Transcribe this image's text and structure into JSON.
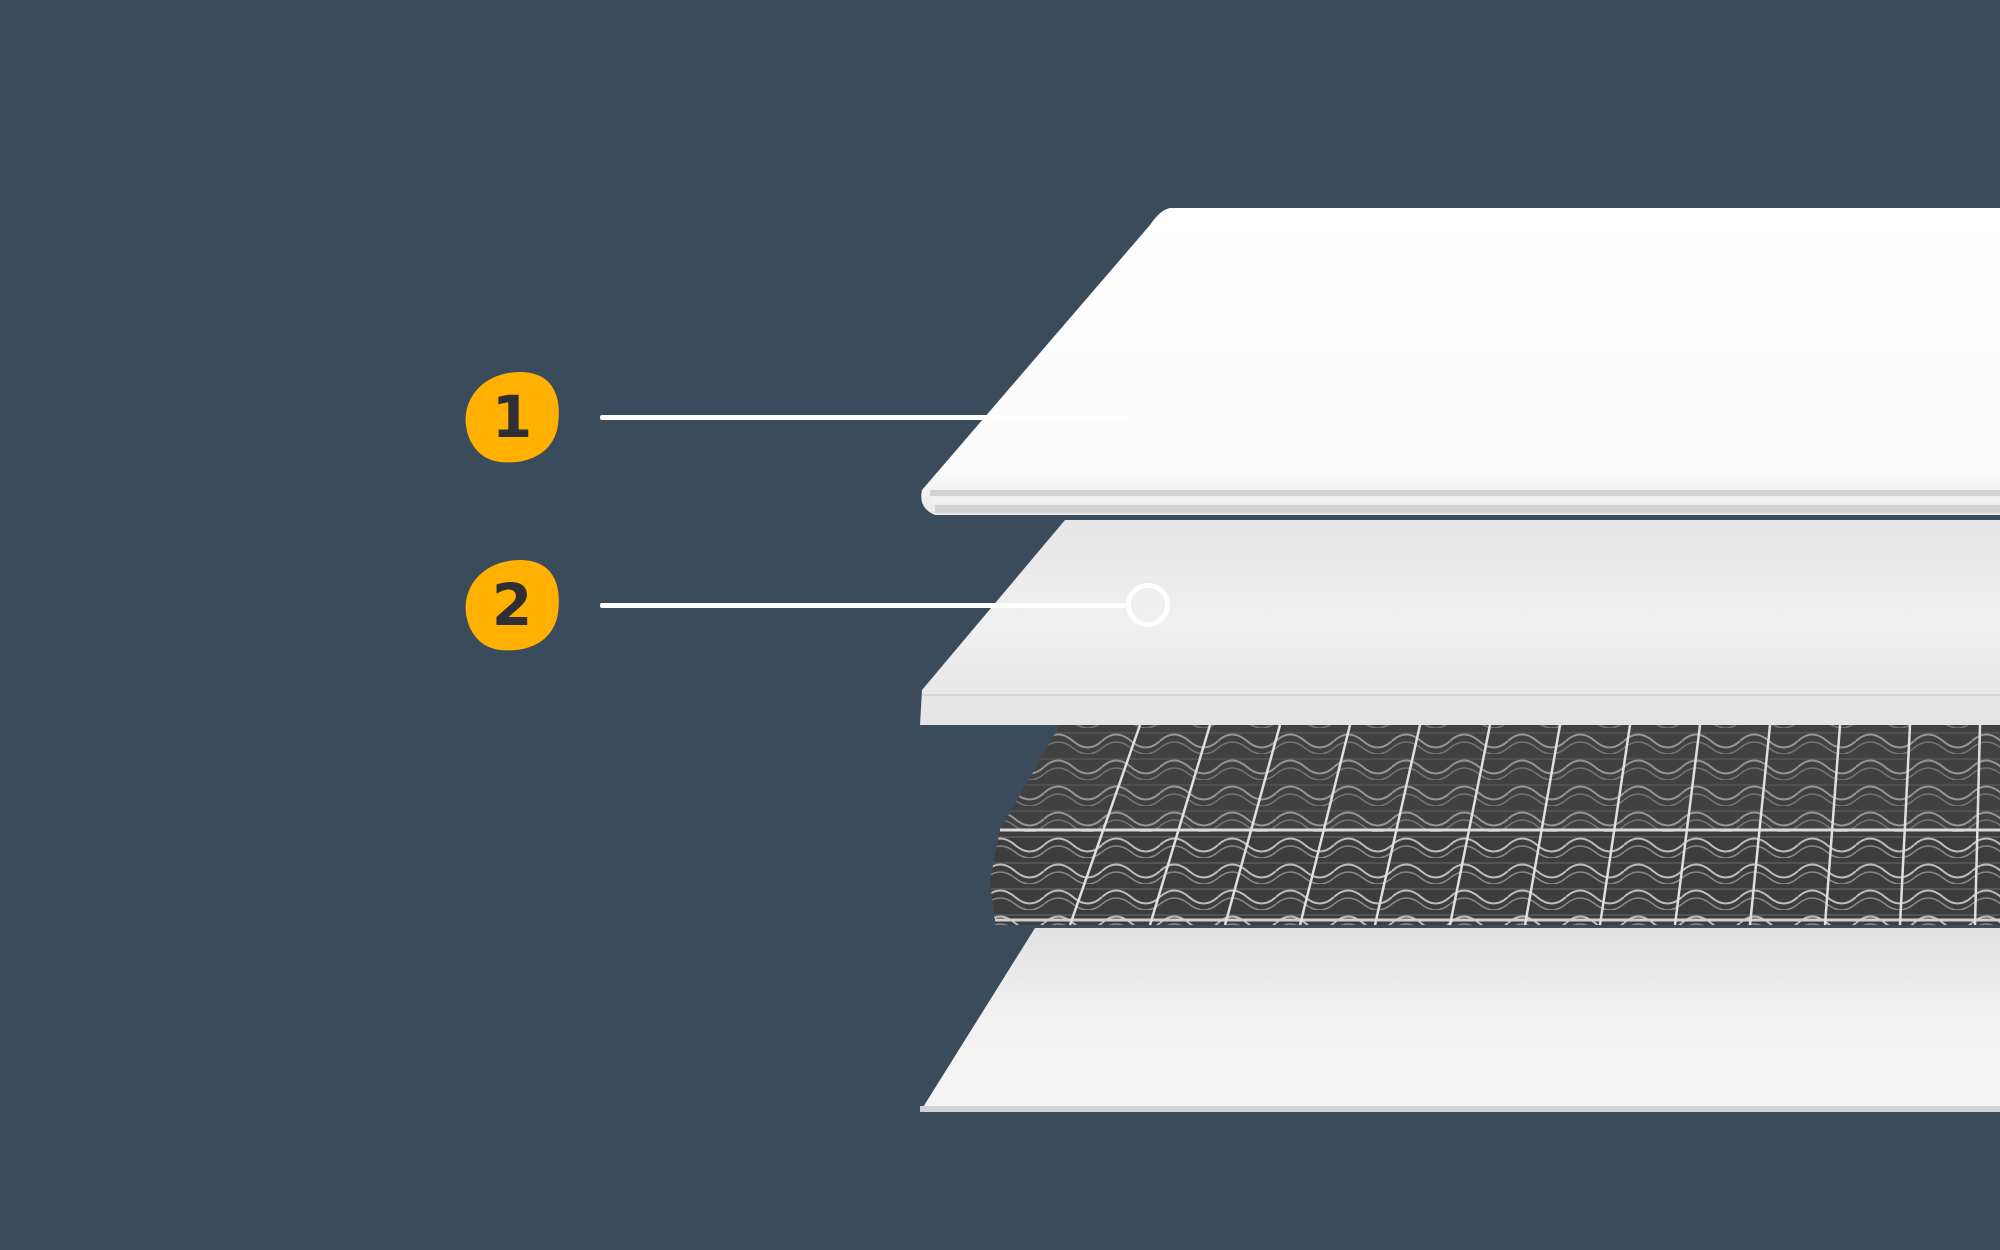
{
  "background_color": "#3a4b5c",
  "accent_color": "#ffb000",
  "badge_text_color": "#2f2f33",
  "layers": [
    {
      "name": "pillow-top-comfort-layer",
      "description": "smooth white top cover layer"
    },
    {
      "name": "foam-layer",
      "description": "textured white foam layer"
    },
    {
      "name": "spring-coil-layer",
      "description": "metal wire innerspring grid"
    },
    {
      "name": "base-layer",
      "description": "flat white base board"
    }
  ],
  "callouts": [
    {
      "number": "1",
      "points_to": "pillow-top-comfort-layer"
    },
    {
      "number": "2",
      "points_to": "foam-layer"
    }
  ]
}
